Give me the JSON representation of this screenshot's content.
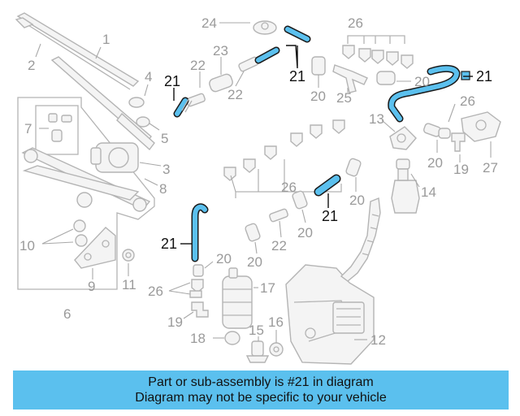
{
  "diagram": {
    "callouts": {
      "c1": "1",
      "c2": "2",
      "c3": "3",
      "c4": "4",
      "c5": "5",
      "c6": "6",
      "c7": "7",
      "c8": "8",
      "c9": "9",
      "c10": "10",
      "c11": "11",
      "c12": "12",
      "c13": "13",
      "c14": "14",
      "c15": "15",
      "c16": "16",
      "c17": "17",
      "c18": "18",
      "c19": "19",
      "c20": "20",
      "c22": "22",
      "c23": "23",
      "c24": "24",
      "c25": "25",
      "c26": "26",
      "c27": "27"
    },
    "highlight_label": "21",
    "highlight_color": "#5bc0ee",
    "outline_color": "#1a1a1a"
  },
  "banner": {
    "line1": "Part or sub-assembly is #21 in diagram",
    "line2": "Diagram may not be specific to your vehicle",
    "color": "#5bc0ee"
  }
}
